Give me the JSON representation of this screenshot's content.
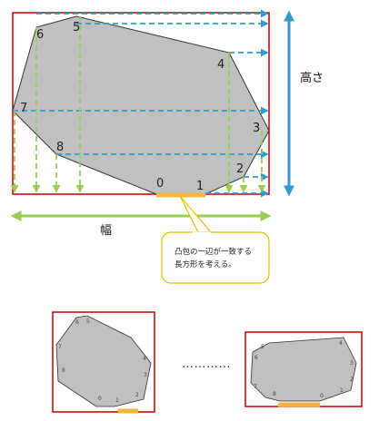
{
  "colors": {
    "polygon_fill": "#c0c0c0",
    "polygon_stroke": "#333333",
    "rect_border": "#c00000",
    "blue_arrow": "#3399cc",
    "green_arrow": "#99cc55",
    "edge_highlight": "#f0b840",
    "callout_border": "#e6c000",
    "callout_fill": "#ffffff"
  },
  "main_vertices": [
    {
      "label": "0"
    },
    {
      "label": "1"
    },
    {
      "label": "2"
    },
    {
      "label": "3"
    },
    {
      "label": "4"
    },
    {
      "label": "5"
    },
    {
      "label": "6"
    },
    {
      "label": "7"
    },
    {
      "label": "8"
    }
  ],
  "height_label": "高さ",
  "width_label": "幅",
  "callout": {
    "line1": "凸包の一辺が一致する",
    "line2": "長方形を考える。"
  },
  "ellipsis": "…………",
  "thumb_left_labels": [
    "0",
    "1",
    "2",
    "3",
    "4",
    "5",
    "6",
    "7",
    "8"
  ],
  "thumb_right_labels": [
    "0",
    "1",
    "2",
    "3",
    "4",
    "5",
    "6",
    "7",
    "8"
  ]
}
